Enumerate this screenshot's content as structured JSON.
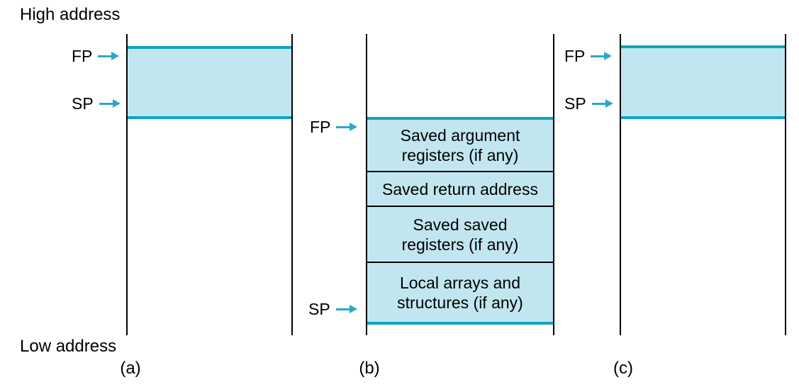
{
  "figure": {
    "high_address_label": "High address",
    "low_address_label": "Low address",
    "colors": {
      "fill": "#c2e6f0",
      "line": "#0ca3c4",
      "arrow": "#2aa9c9"
    },
    "panels": [
      {
        "id": "a",
        "caption": "(a)",
        "fp_label": "FP",
        "sp_label": "SP",
        "segments": []
      },
      {
        "id": "b",
        "caption": "(b)",
        "fp_label": "FP",
        "sp_label": "SP",
        "segments": [
          "Saved argument\nregisters (if any)",
          "Saved return address",
          "Saved saved\nregisters (if any)",
          "Local arrays and\nstructures (if any)"
        ]
      },
      {
        "id": "c",
        "caption": "(c)",
        "fp_label": "FP",
        "sp_label": "SP",
        "segments": []
      }
    ]
  }
}
